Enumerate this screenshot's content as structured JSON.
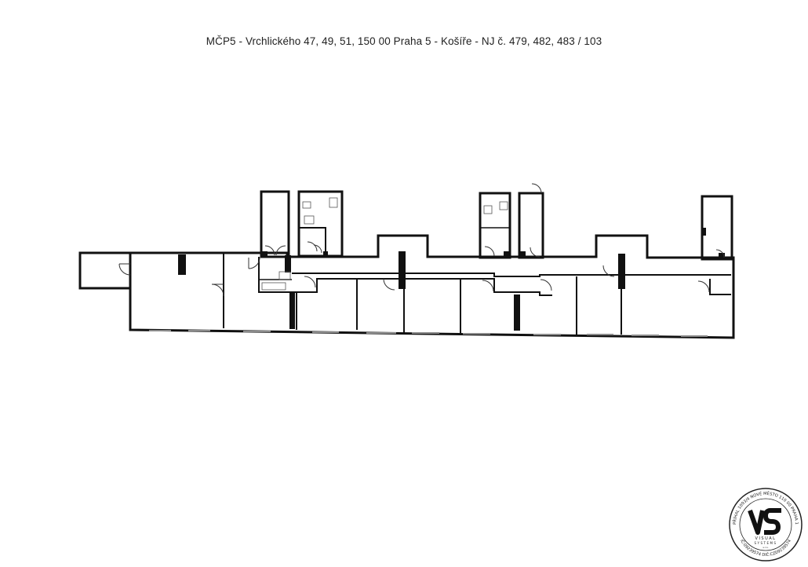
{
  "title": "MČP5 - Vrchlického 47, 49, 51, 150 00 Praha 5 - Košíře - NJ č. 479, 482, 483 / 103",
  "stamp": {
    "logo": "VS",
    "brand_line1": "VISUAL",
    "brand_line2": "SYSTEMS",
    "suffix": "s.r.o.",
    "address": "PŘÍHAL 1093/4 NOVÉ MĚSTO 110 00 PRAHA 1",
    "ids": "IČ:09239574 DIČ:CZ09239574"
  },
  "colors": {
    "wall": "#111111",
    "window": "#8a8a8a",
    "background": "#ffffff"
  }
}
